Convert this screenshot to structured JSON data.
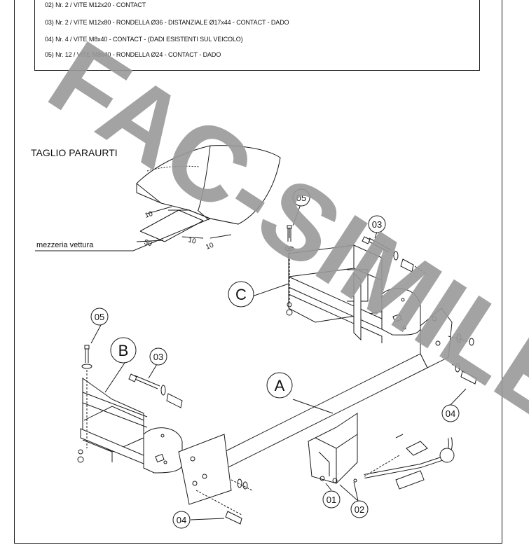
{
  "legend": {
    "lines": [
      "02) Nr. 2 / VITE M12x20 - CONTACT",
      "03) Nr. 2 / VITE M12x80 - RONDELLA Ø36 - DISTANZIALE Ø17x44 - CONTACT - DADO",
      "04) Nr. 4 / VITE M8x40 - CONTACT - (DADI ESISTENTI SUL VEICOLO)",
      "05) Nr. 12 / VITE M8x40 - RONDELLA Ø24 - CONTACT - DADO"
    ]
  },
  "section_title": "TAGLIO PARAURTI",
  "bumper_cut": {
    "centerline_label": "mezzeria vettura",
    "dimensions": [
      "10",
      "50",
      "10",
      "10"
    ]
  },
  "callouts": {
    "A": "A",
    "B": "B",
    "C": "C",
    "c01": "01",
    "c02": "02",
    "c03_top": "03",
    "c03_left": "03",
    "c04_right": "04",
    "c04_bottom": "04",
    "c05_top": "05",
    "c05_left": "05"
  },
  "watermark": "FAC-SIMILE",
  "colors": {
    "line": "#1a1a1a",
    "watermark": "#9a9a9a"
  }
}
